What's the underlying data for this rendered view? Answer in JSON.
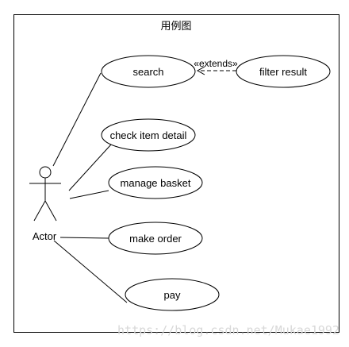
{
  "diagram": {
    "title": "用例图",
    "actor_label": "Actor",
    "use_cases": {
      "search": "search",
      "filter_result": "filter result",
      "check_item_detail": "check item detail",
      "manage_basket": "manage basket",
      "make_order": "make order",
      "pay": "pay"
    },
    "extends_label": "«extends»"
  },
  "watermark": "https://blog.csdn.net/Mukae1992"
}
